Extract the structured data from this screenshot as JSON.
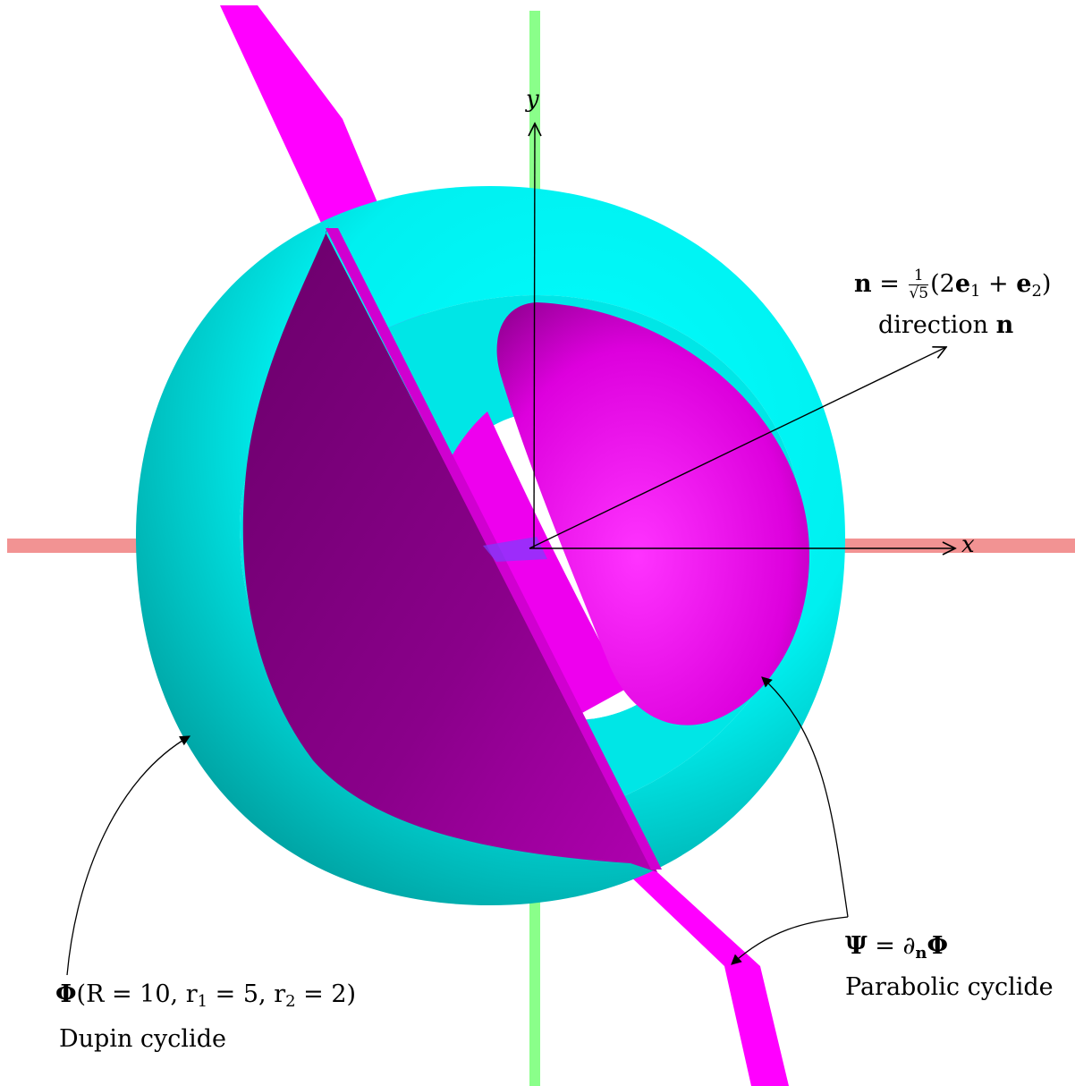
{
  "axes": {
    "x_label": "x",
    "y_label": "y"
  },
  "colors": {
    "torus": "#00ffff",
    "torus_shadow": "#00b0b0",
    "parabolic": "#ff00ff",
    "parabolic_dark": "#7a007a",
    "x_axis": "#f08080",
    "y_axis": "#7dff7d"
  },
  "labels": {
    "direction": {
      "formula_lhs": "n",
      "formula_eq": " = ",
      "frac_num": "1",
      "frac_den": "√5",
      "formula_rhs_open": "(2",
      "e1": "e",
      "e1_sub": "1",
      "plus": " + ",
      "e2": "e",
      "e2_sub": "2",
      "close": ")",
      "caption_text": "direction ",
      "caption_bold": "n"
    },
    "parabolic": {
      "lhs": "Ψ",
      "eq": " = ∂",
      "sub": "n",
      "rhs": "Φ",
      "caption": "Parabolic cyclide"
    },
    "dupin": {
      "lhs": "Φ",
      "params": "(R = 10, r",
      "sub1": "1",
      "mid": " = 5, r",
      "sub2": "2",
      "end": " = 2)",
      "caption": "Dupin cyclide"
    }
  }
}
